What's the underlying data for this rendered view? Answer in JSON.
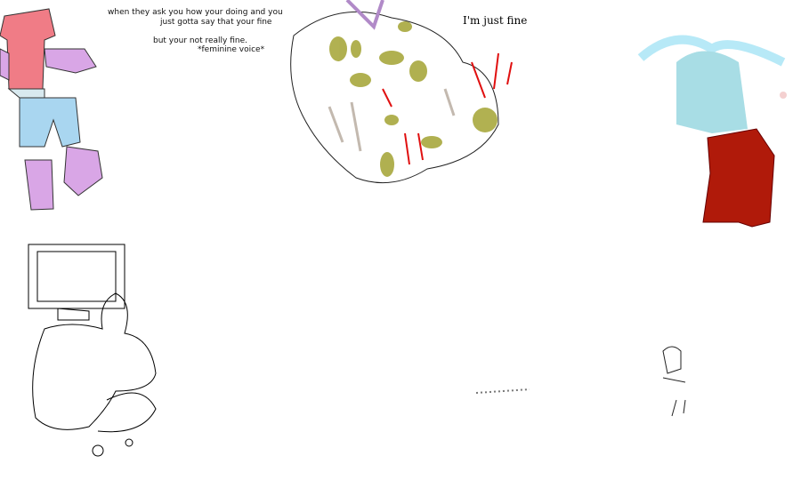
{
  "caption": {
    "line1": "when they ask you how your doing and you",
    "line2": "just gotta say that your fine",
    "line3": "but your not really fine.",
    "line4": "*feminine voice*"
  },
  "speech": "I'm just fine",
  "colors": {
    "pink": "#f07c86",
    "lilac": "#d9a6e6",
    "lightblue": "#a9d6f0",
    "olive": "#a3a332",
    "red": "#b01a0a",
    "cyan": "#a8dde5",
    "blood": "#e01010"
  }
}
